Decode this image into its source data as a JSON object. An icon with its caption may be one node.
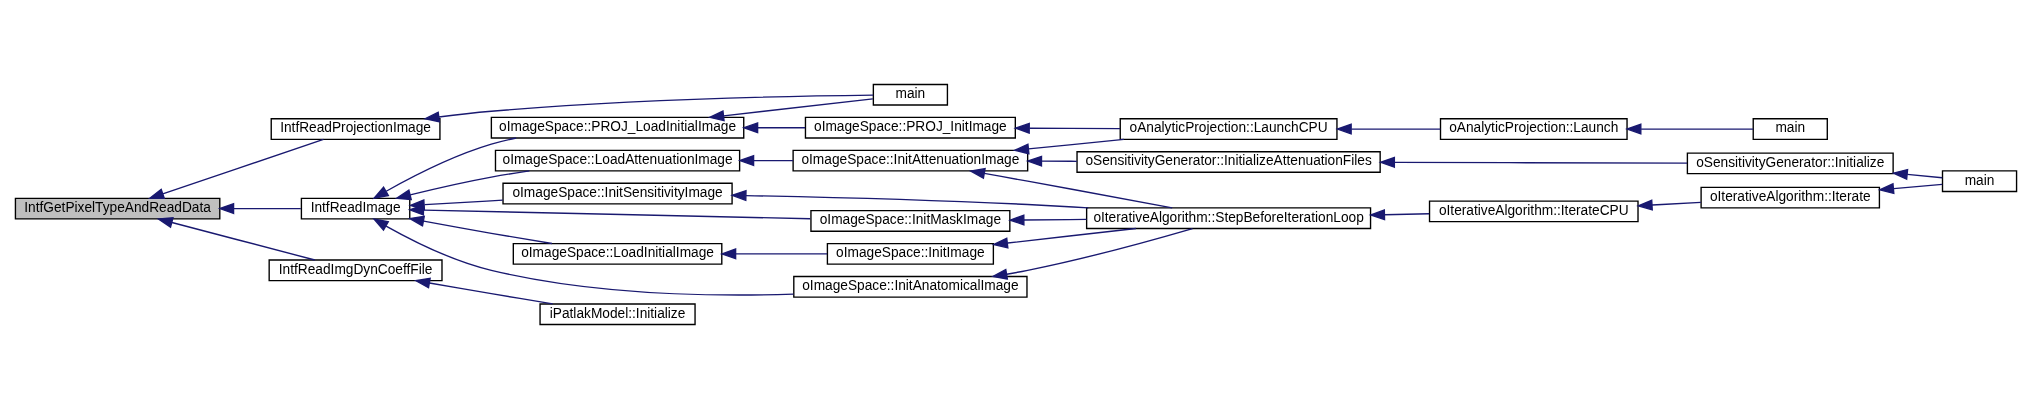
{
  "diagram": {
    "nodes": [
      {
        "text": [
          "IntfGetPixelTypeAndReadData"
        ]
      },
      {
        "text": [
          "IntfReadProjectionImage"
        ]
      },
      {
        "text": [
          "IntfReadImage"
        ]
      },
      {
        "text": [
          "IntfReadImgDynCoeffFile"
        ]
      },
      {
        "text": [
          "oImageSpace::PROJ_LoadInitialImage"
        ]
      },
      {
        "text": [
          "oImageSpace::LoadAttenuationImage"
        ]
      },
      {
        "text": [
          "oImageSpace::LoadInitialImage"
        ]
      },
      {
        "text": [
          "oImageSpace::InitSensitivityImage"
        ]
      },
      {
        "text": [
          "iPatlakModel::Initialize"
        ]
      },
      {
        "text": [
          "main"
        ]
      },
      {
        "text": [
          "oImageSpace::PROJ_InitImage"
        ]
      },
      {
        "text": [
          "oImageSpace::InitAttenuationImage"
        ]
      },
      {
        "text": [
          "oImageSpace::InitMaskImage"
        ]
      },
      {
        "text": [
          "oImageSpace::InitImage"
        ]
      },
      {
        "text": [
          "oImageSpace::InitAnatomicalImage"
        ]
      },
      {
        "text": [
          "oAnalyticProjection::LaunchCPU"
        ]
      },
      {
        "text": [
          "oIterativeAlgorithm::StepBeforeIterationLoop"
        ]
      },
      {
        "text": [
          "oAnalyticProjection::Launch"
        ]
      },
      {
        "text": [
          "oSensitivityGenerator::InitializeAttenuationFiles"
        ]
      },
      {
        "text": [
          "oIterativeAlgorithm::IterateCPU"
        ]
      },
      {
        "text": [
          "main"
        ]
      },
      {
        "text": [
          "oSensitivityGenerator::Initialize"
        ]
      },
      {
        "text": [
          "oIterativeAlgorithm::Iterate"
        ]
      },
      {
        "text": [
          "main"
        ]
      }
    ],
    "edges": [
      {
        "from": 1,
        "to": 0,
        "arrow": "to"
      },
      {
        "from": 2,
        "to": 0,
        "arrow": "to"
      },
      {
        "from": 3,
        "to": 0,
        "arrow": "to"
      },
      {
        "from": 9,
        "to": 1,
        "arrow": "to"
      },
      {
        "from": 4,
        "to": 2,
        "arrow": "to"
      },
      {
        "from": 5,
        "to": 2,
        "arrow": "to"
      },
      {
        "from": 12,
        "to": 2,
        "arrow": "to"
      },
      {
        "from": 6,
        "to": 2,
        "arrow": "to"
      },
      {
        "from": 7,
        "to": 2,
        "arrow": "to"
      },
      {
        "from": 14,
        "to": 2,
        "arrow": "to"
      },
      {
        "from": 8,
        "to": 3,
        "arrow": "to"
      },
      {
        "from": 9,
        "to": 4,
        "arrow": "to"
      },
      {
        "from": 10,
        "to": 4,
        "arrow": "to"
      },
      {
        "from": 11,
        "to": 5,
        "arrow": "to"
      },
      {
        "from": 13,
        "to": 6,
        "arrow": "to"
      },
      {
        "from": 16,
        "to": 7,
        "arrow": "to"
      },
      {
        "from": 15,
        "to": 10,
        "arrow": "to"
      },
      {
        "from": 15,
        "to": 11,
        "arrow": "to"
      },
      {
        "from": 16,
        "to": 11,
        "arrow": "to"
      },
      {
        "from": 18,
        "to": 11,
        "arrow": "to"
      },
      {
        "from": 16,
        "to": 12,
        "arrow": "to"
      },
      {
        "from": 16,
        "to": 13,
        "arrow": "to"
      },
      {
        "from": 16,
        "to": 14,
        "arrow": "to"
      },
      {
        "from": 17,
        "to": 15,
        "arrow": "to"
      },
      {
        "from": 19,
        "to": 16,
        "arrow": "to"
      },
      {
        "from": 20,
        "to": 17,
        "arrow": "to"
      },
      {
        "from": 21,
        "to": 18,
        "arrow": "to"
      },
      {
        "from": 22,
        "to": 19,
        "arrow": "to"
      },
      {
        "from": 23,
        "to": 21,
        "arrow": "to"
      },
      {
        "from": 23,
        "to": 22,
        "arrow": "to"
      }
    ]
  }
}
